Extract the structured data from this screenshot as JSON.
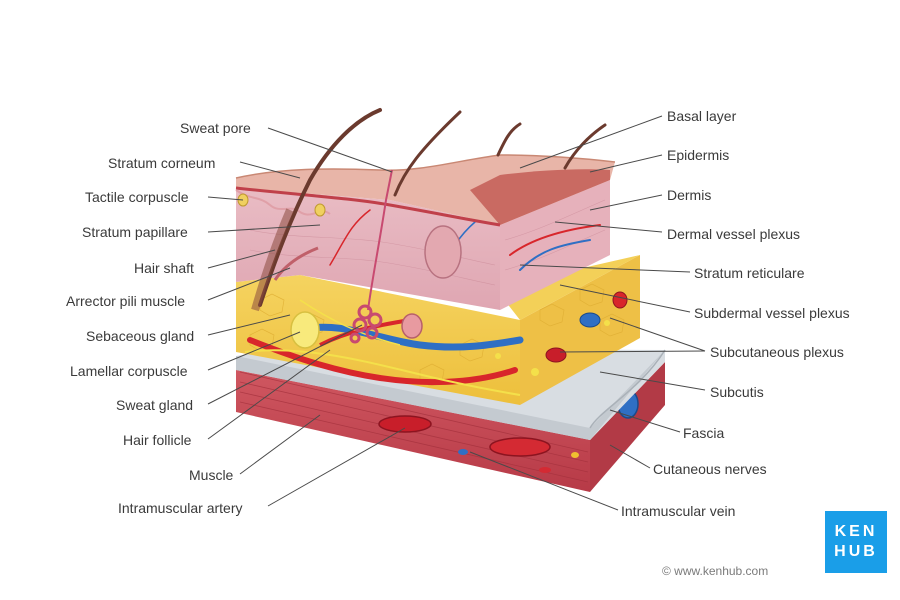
{
  "labels_left": [
    "Sweat pore",
    "Stratum corneum",
    "Tactile corpuscle",
    "Stratum papillare",
    "Hair shaft",
    "Arrector pili muscle",
    "Sebaceous gland",
    "Lamellar corpuscle",
    "Sweat gland",
    "Hair follicle",
    "Muscle",
    "Intramuscular artery"
  ],
  "labels_right": [
    "Basal layer",
    "Epidermis",
    "Dermis",
    "Dermal vessel plexus",
    "Stratum reticulare",
    "Subdermal vessel plexus",
    "Subcutaneous plexus",
    "Subcutis",
    "Fascia",
    "Cutaneous nerves",
    "Intramuscular vein"
  ],
  "logo": {
    "line1": "KEN",
    "line2": "HUB"
  },
  "copyright": "© www.kenhub.com",
  "colors": {
    "epidermis": "#d99a8c",
    "dermis": "#e8b8bf",
    "subcutis": "#f2c84a",
    "fascia": "#d6dbe0",
    "muscle": "#c94a55",
    "artery": "#d8262b",
    "vein": "#2f6fc4",
    "nerve": "#f4e04a",
    "hair": "#6b3a2e"
  }
}
